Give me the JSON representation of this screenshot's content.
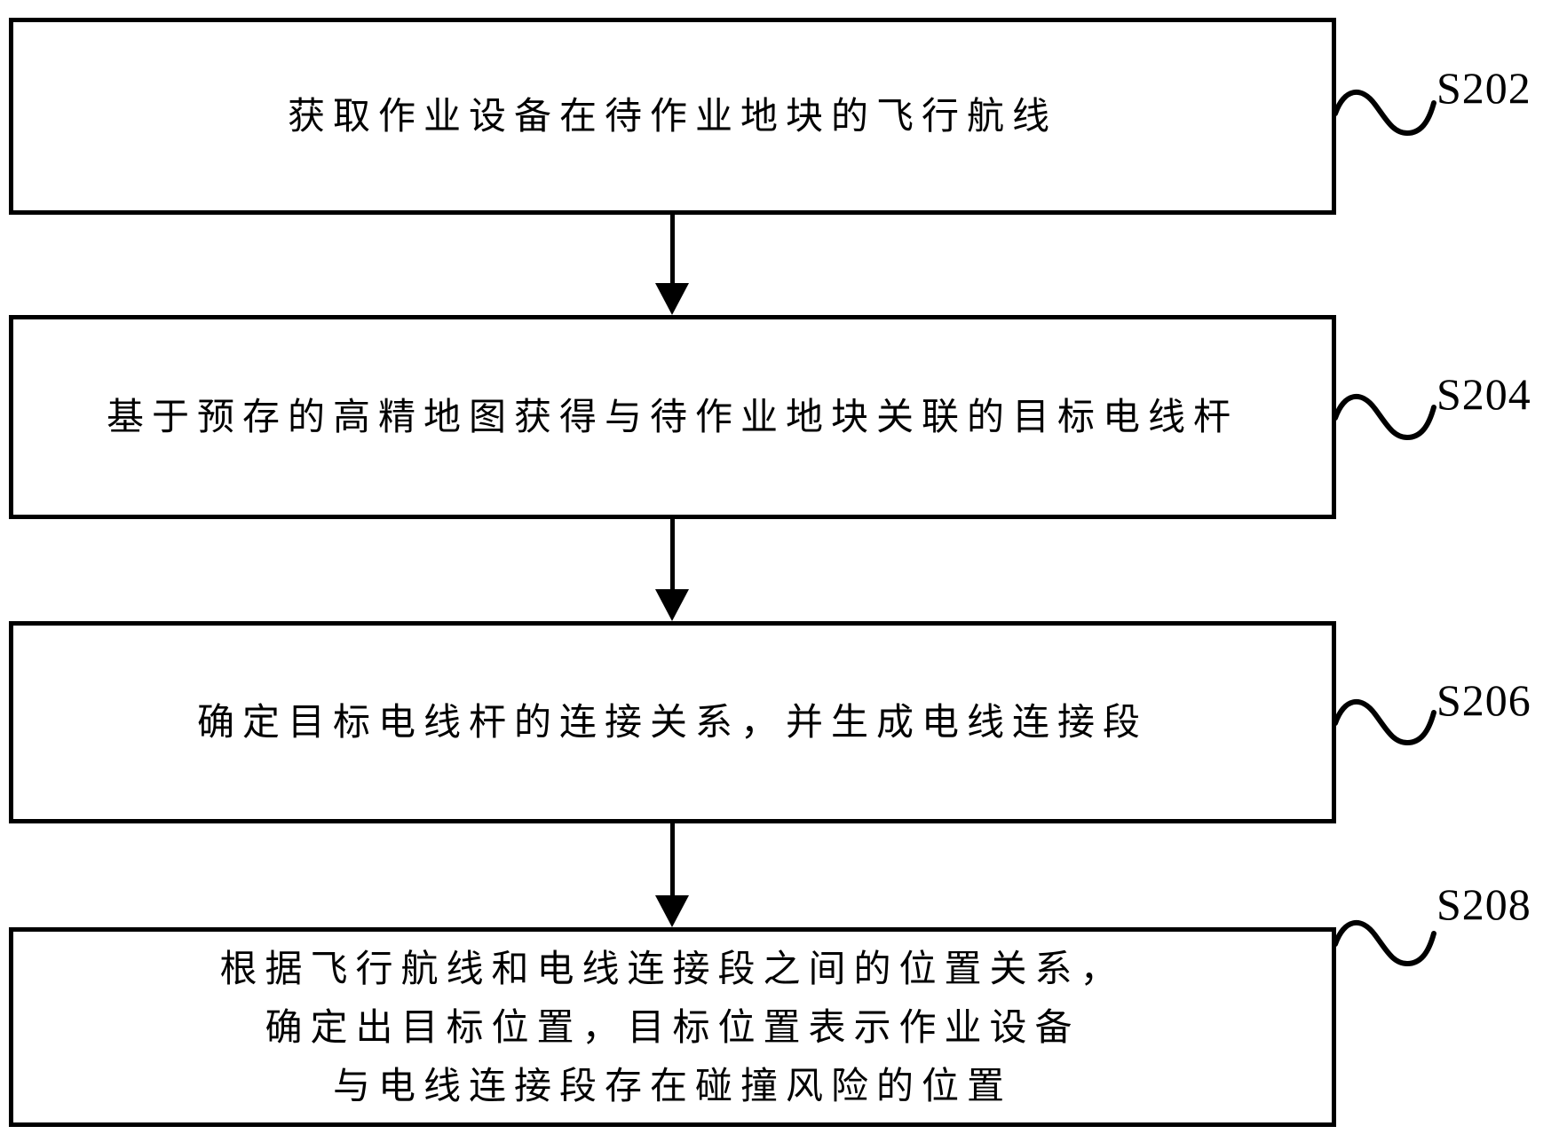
{
  "figure": {
    "type": "flowchart",
    "colors": {
      "line": "#000000",
      "background": "#ffffff"
    },
    "steps": [
      {
        "code": "S202",
        "lines": [
          "获取作业设备在待作业地块的飞行航线"
        ]
      },
      {
        "code": "S204",
        "lines": [
          "基于预存的高精地图获得与待作业地块关联的目标电线杆"
        ]
      },
      {
        "code": "S206",
        "lines": [
          "确定目标电线杆的连接关系，并生成电线连接段"
        ]
      },
      {
        "code": "S208",
        "lines": [
          "根据飞行航线和电线连接段之间的位置关系，",
          "确定出目标位置，目标位置表示作业设备",
          "与电线连接段存在碰撞风险的位置"
        ]
      }
    ]
  }
}
